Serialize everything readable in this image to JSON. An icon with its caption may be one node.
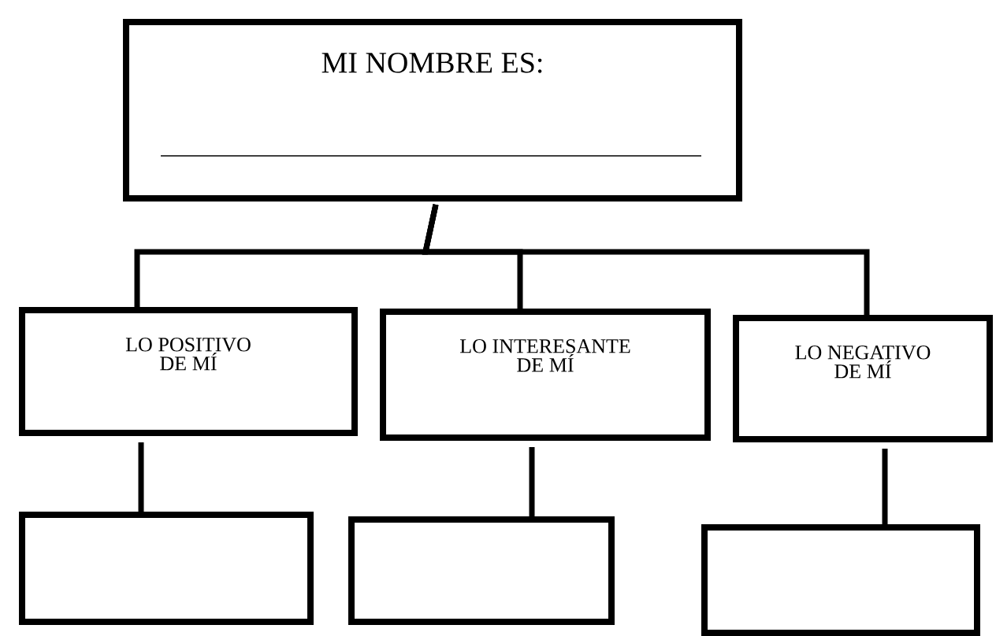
{
  "diagram": {
    "nodes": [
      {
        "text": [
          "MI NOMBRE ES:"
        ]
      },
      {
        "text": [
          "LO POSITIVO DE MÍ"
        ]
      },
      {
        "text": [
          "LO INTERESANTE DE MÍ"
        ]
      },
      {
        "text": [
          "LO NEGATIVO DE MÍ"
        ]
      },
      {
        "text": [],
        "shape": "box"
      },
      {
        "text": [],
        "shape": "box"
      },
      {
        "text": [],
        "shape": "box"
      }
    ],
    "edges": [
      {
        "from": 0,
        "to": 1,
        "arrow": "none"
      },
      {
        "from": 0,
        "to": 2,
        "arrow": "none"
      },
      {
        "from": 0,
        "to": 3,
        "arrow": "none"
      },
      {
        "from": 1,
        "to": 4,
        "arrow": "none"
      },
      {
        "from": 2,
        "to": 5,
        "arrow": "none"
      },
      {
        "from": 3,
        "to": 6,
        "arrow": "none"
      }
    ]
  }
}
